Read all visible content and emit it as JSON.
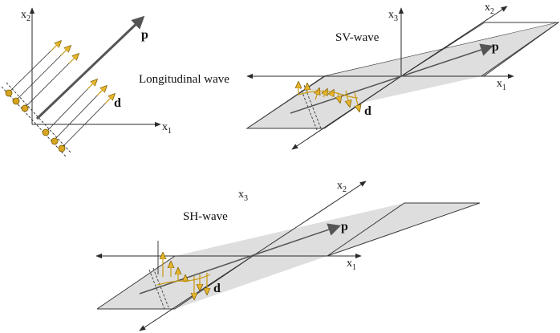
{
  "colors": {
    "background": "#ffffff",
    "line": "#2b2b2b",
    "plane_fill": "#dedede",
    "plane_stroke": "#3a3a3a",
    "big_arrow": "#555555",
    "particle_fill": "#d6a623",
    "particle_stroke": "#7a5a00",
    "small_arrow": "#c99a10"
  },
  "panels": {
    "longitudinal": {
      "title": "Longitudinal wave",
      "axis_x1": "x",
      "axis_x1_sub": "1",
      "axis_x2": "x",
      "axis_x2_sub": "2",
      "p_label": "p",
      "d_label": "d"
    },
    "sv": {
      "title": "SV-wave",
      "axis_x1": "x",
      "axis_x1_sub": "1",
      "axis_x2": "x",
      "axis_x2_sub": "2",
      "axis_x3": "x",
      "axis_x3_sub": "3",
      "p_label": "p",
      "d_label": "d"
    },
    "sh": {
      "title": "SH-wave",
      "axis_x1": "x",
      "axis_x1_sub": "1",
      "axis_x2": "x",
      "axis_x2_sub": "2",
      "axis_x3": "x",
      "axis_x3_sub": "3",
      "p_label": "p",
      "d_label": "d"
    }
  }
}
